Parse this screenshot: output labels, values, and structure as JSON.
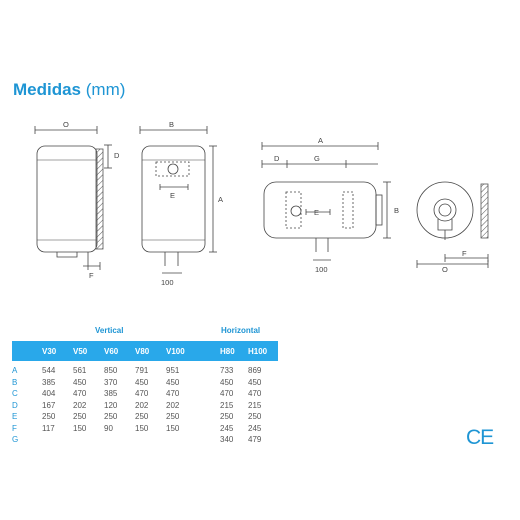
{
  "title": {
    "bold": "Medidas",
    "light": "(mm)"
  },
  "diagram_labels": {
    "O": "O",
    "B": "B",
    "D": "D",
    "A": "A",
    "E": "E",
    "F": "F",
    "G": "G",
    "pipe_spacing": "100"
  },
  "table": {
    "group_vertical": "Vertical",
    "group_horizontal": "Horizontal",
    "vertical_headers": [
      "V30",
      "V50",
      "V60",
      "V80",
      "V100"
    ],
    "horizontal_headers": [
      "H80",
      "H100"
    ],
    "rows": [
      {
        "label": "A",
        "vertical": [
          "544",
          "561",
          "850",
          "791",
          "951"
        ],
        "horizontal": [
          "733",
          "869"
        ]
      },
      {
        "label": "B",
        "vertical": [
          "385",
          "450",
          "370",
          "450",
          "450"
        ],
        "horizontal": [
          "450",
          "450"
        ]
      },
      {
        "label": "C",
        "vertical": [
          "404",
          "470",
          "385",
          "470",
          "470"
        ],
        "horizontal": [
          "470",
          "470"
        ]
      },
      {
        "label": "D",
        "vertical": [
          "167",
          "202",
          "120",
          "202",
          "202"
        ],
        "horizontal": [
          "215",
          "215"
        ]
      },
      {
        "label": "E",
        "vertical": [
          "250",
          "250",
          "250",
          "250",
          "250"
        ],
        "horizontal": [
          "250",
          "250"
        ]
      },
      {
        "label": "F",
        "vertical": [
          "117",
          "150",
          "90",
          "150",
          "150"
        ],
        "horizontal": [
          "245",
          "245"
        ]
      },
      {
        "label": "G",
        "vertical": [
          "",
          "",
          "",
          "",
          ""
        ],
        "horizontal": [
          "340",
          "479"
        ]
      }
    ]
  },
  "ce_mark": "CE",
  "colors": {
    "accent": "#1e95d4",
    "header_bg": "#29a8ea"
  }
}
